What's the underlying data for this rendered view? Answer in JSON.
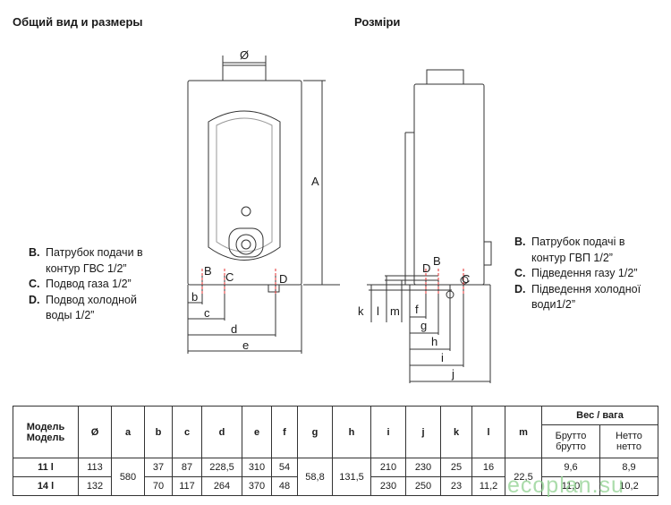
{
  "header": {
    "left_title": "Общий вид и размеры",
    "right_title": "Розміри"
  },
  "drawing_labels": {
    "diameter": "Ø",
    "A": "A",
    "B": "B",
    "C": "C",
    "D": "D",
    "b": "b",
    "c": "c",
    "d": "d",
    "e": "e",
    "f": "f",
    "g": "g",
    "h": "h",
    "i": "i",
    "j": "j",
    "k": "k",
    "l": "l",
    "m": "m"
  },
  "legend_left": [
    {
      "key": "B.",
      "text": "Патрубок подачи в контур ГВС 1/2”"
    },
    {
      "key": "C.",
      "text": "Подвод газа 1/2”"
    },
    {
      "key": "D.",
      "text": "Подвод холодной воды 1/2”"
    }
  ],
  "legend_right": [
    {
      "key": "B.",
      "text": "Патрубок подачі в контур ГВП 1/2”"
    },
    {
      "key": "C.",
      "text": "Підведення газу 1/2”"
    },
    {
      "key": "D.",
      "text": "Підведення холодної води1/2”"
    }
  ],
  "table": {
    "model_header": [
      "Модель",
      "Модель"
    ],
    "columns": [
      "Ø",
      "a",
      "b",
      "c",
      "d",
      "e",
      "f",
      "g",
      "h",
      "i",
      "j",
      "k",
      "l",
      "m"
    ],
    "weight_header": "Вес / вага",
    "brutto": [
      "Брутто",
      "брутто"
    ],
    "netto": [
      "Нетто",
      "нетто"
    ],
    "rows": [
      {
        "model": "11 l",
        "dia": "113",
        "b": "37",
        "c": "87",
        "d": "228,5",
        "e": "310",
        "f": "54",
        "i": "210",
        "j": "230",
        "k": "25",
        "l": "16",
        "brutto": "9,6",
        "netto": "8,9"
      },
      {
        "model": "14 l",
        "dia": "132",
        "b": "70",
        "c": "117",
        "d": "264",
        "e": "370",
        "f": "48",
        "i": "230",
        "j": "250",
        "k": "23",
        "l": "11,2",
        "brutto": "11,0",
        "netto": "10,2"
      }
    ],
    "shared": {
      "a": "580",
      "g": "58,8",
      "h": "131,5",
      "m": "22,5"
    }
  },
  "watermark": "ecoplan.su"
}
